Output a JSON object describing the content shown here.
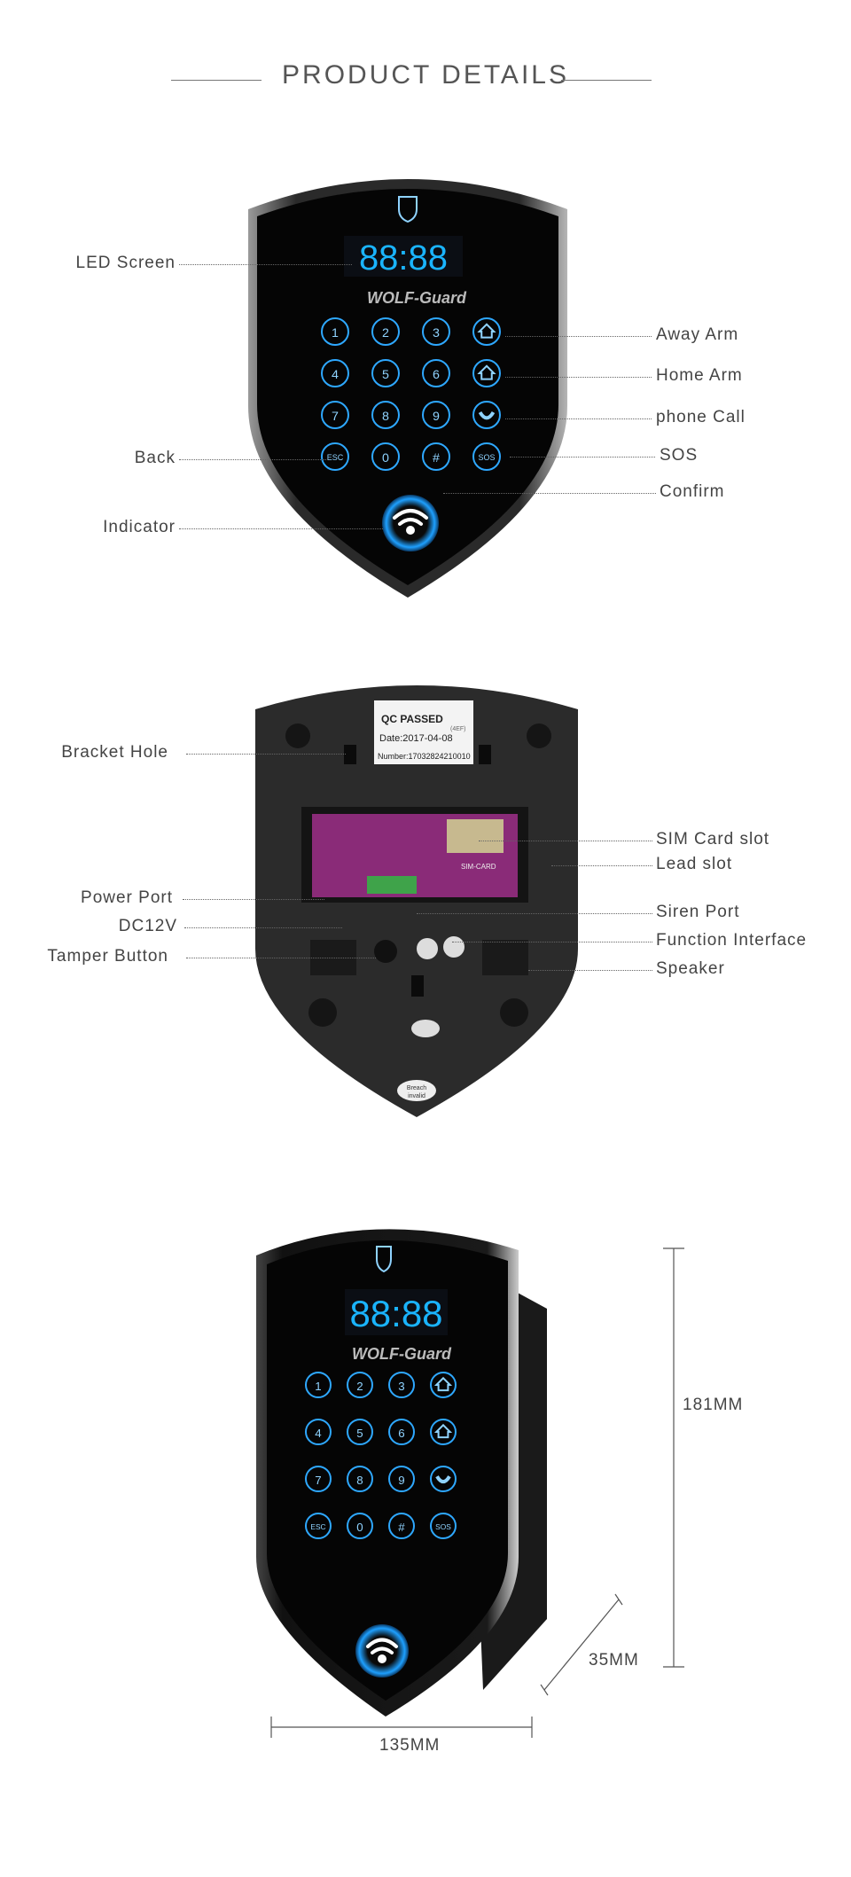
{
  "title": "PRODUCT DETAILS",
  "brand": "WOLF-Guard",
  "display": "88:88",
  "keypad": {
    "rows": [
      [
        "1",
        "2",
        "3",
        "home-away"
      ],
      [
        "4",
        "5",
        "6",
        "home-stay"
      ],
      [
        "7",
        "8",
        "9",
        "phone"
      ],
      [
        "ESC",
        "0",
        "#",
        "SOS"
      ]
    ]
  },
  "front_labels": {
    "led_screen": "LED Screen",
    "back": "Back",
    "indicator": "Indicator",
    "away_arm": "Away Arm",
    "home_arm": "Home Arm",
    "phone_call": "phone Call",
    "sos": "SOS",
    "confirm": "Confirm"
  },
  "back_labels": {
    "bracket_hole": "Bracket Hole",
    "power_port": "Power Port",
    "dc12v": "DC12V",
    "tamper_button": "Tamper Button",
    "sim_card_slot": "SIM Card slot",
    "lead_slot": "Lead slot",
    "siren_port": "Siren Port",
    "function_interface": "Function Interface",
    "speaker": "Speaker"
  },
  "qc_sticker": {
    "line1": "QC PASSED",
    "line2": "Date:2017-04-08",
    "line3": "Number:17032824210010",
    "tag": "(4EF)"
  },
  "pcb": {
    "sim": "SIM-CARD",
    "breach": "Breach",
    "invalid": "invalid"
  },
  "dimensions": {
    "height": "181MM",
    "depth": "35MM",
    "width": "135MM"
  }
}
